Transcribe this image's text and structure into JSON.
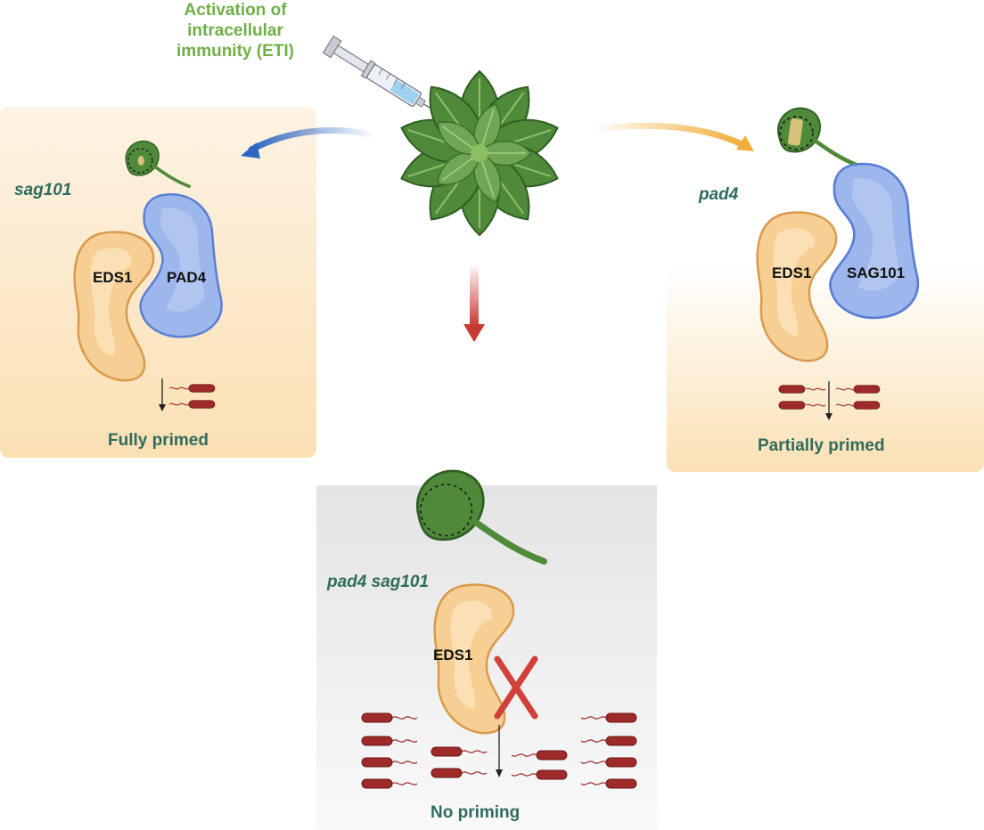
{
  "colors": {
    "panel_warm": "#fbe3bb",
    "panel_grey": "#e9e9e9",
    "eds1_fill": "#f7cf94",
    "eds1_stroke": "#d99a4c",
    "partner_fill": "#9db6ec",
    "partner_stroke": "#5b7fd6",
    "leaf": "#4f8a3a",
    "bacteria": "#9e2a2a",
    "arrow_blue": "#2f66c6",
    "arrow_orange": "#f0ad3a",
    "arrow_red": "#c93a32",
    "cross": "#d2403a",
    "title_green": "#6fb046",
    "label_teal": "#2f6b5e"
  },
  "title": [
    "Activation of",
    "intracellular",
    "immunity (ETI)"
  ],
  "panels": {
    "left": {
      "genotype": "sag101",
      "protein_a": "EDS1",
      "protein_b": "PAD4",
      "outcome": "Fully primed"
    },
    "right": {
      "genotype": "pad4",
      "protein_a": "EDS1",
      "protein_b": "SAG101",
      "outcome": "Partially primed"
    },
    "bottom": {
      "genotype": "pad4 sag101",
      "protein_a": "EDS1",
      "outcome": "No priming"
    }
  },
  "icons": [
    "syringe-icon",
    "plant-rosette-icon",
    "leaf-icon",
    "bacterium-icon",
    "cross-icon"
  ]
}
